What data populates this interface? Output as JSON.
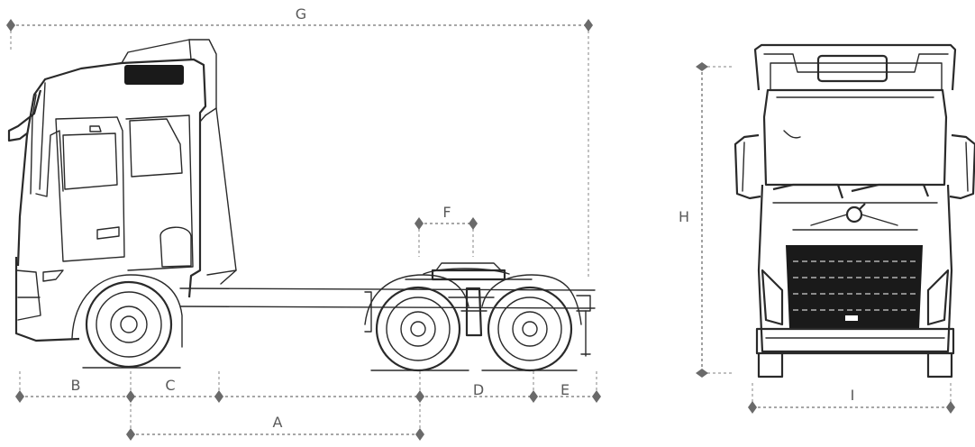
{
  "dimension_labels": {
    "a": "A",
    "b": "B",
    "c": "C",
    "d": "D",
    "e": "E",
    "f": "F",
    "g": "G",
    "h": "H",
    "i": "I"
  }
}
